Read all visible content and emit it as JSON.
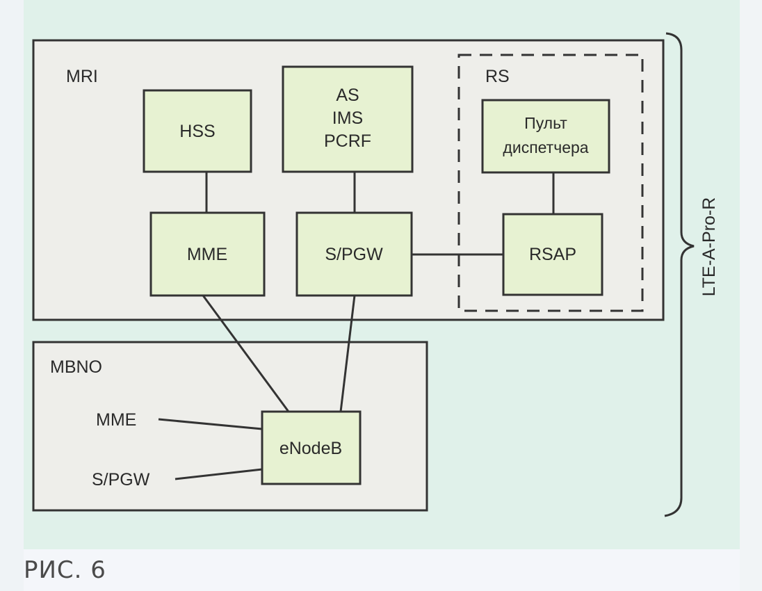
{
  "figure": {
    "caption": "РИС. 6",
    "brace_label": "LTE-A-Pro-R"
  },
  "groups": {
    "mri": {
      "label": "MRI"
    },
    "rs": {
      "label": "RS"
    },
    "mbno": {
      "label": "MBNO"
    }
  },
  "nodes": {
    "hss": {
      "lines": [
        "HSS"
      ]
    },
    "as_ims_pcrf": {
      "lines": [
        "AS",
        "IMS",
        "PCRF"
      ]
    },
    "dispatcher": {
      "lines": [
        "Пульт",
        "диспетчера"
      ]
    },
    "mme": {
      "lines": [
        "MME"
      ]
    },
    "spgw": {
      "lines": [
        "S/PGW"
      ]
    },
    "rsap": {
      "lines": [
        "RSAP"
      ]
    },
    "enodeb": {
      "lines": [
        "eNodeB"
      ]
    }
  },
  "external_labels": {
    "mme": "MME",
    "spgw": "S/PGW"
  },
  "connections": [
    [
      "HSS",
      "MME"
    ],
    [
      "AS/IMS/PCRF",
      "S/PGW"
    ],
    [
      "Пульт диспетчера",
      "RSAP"
    ],
    [
      "S/PGW",
      "RSAP"
    ],
    [
      "MME",
      "eNodeB"
    ],
    [
      "S/PGW",
      "eNodeB"
    ],
    [
      "MME (MBNO)",
      "eNodeB"
    ],
    [
      "S/PGW (MBNO)",
      "eNodeB"
    ]
  ],
  "colors": {
    "panel_bg": "#e0f1ea",
    "group_bg": "#eeeeea",
    "node_bg": "#e7f2d2",
    "stroke": "#333333"
  }
}
